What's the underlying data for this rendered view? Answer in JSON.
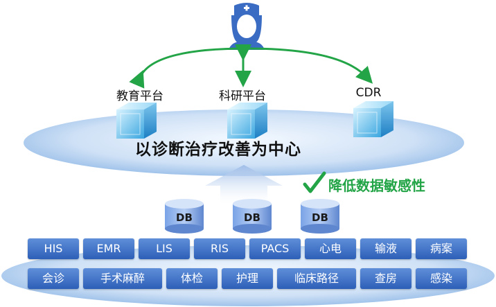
{
  "platforms": [
    {
      "label": "教育平台"
    },
    {
      "label": "科研平台"
    },
    {
      "label": "CDR"
    }
  ],
  "center_title": "以诊断治疗改善为中心",
  "benefit": "降低数据敏感性",
  "databases": [
    "DB",
    "DB",
    "DB"
  ],
  "systems_row1": [
    "HIS",
    "EMR",
    "LIS",
    "RIS",
    "PACS",
    "心电",
    "输液",
    "病案"
  ],
  "systems_row2": [
    "会诊",
    "手术麻醉",
    "体检",
    "护理",
    "临床路径",
    "查房",
    "感染"
  ],
  "colors": {
    "arrow_green": "#22a447",
    "button_blue": "#3a6cc4",
    "ellipse_blue": "#bcd6f2"
  }
}
